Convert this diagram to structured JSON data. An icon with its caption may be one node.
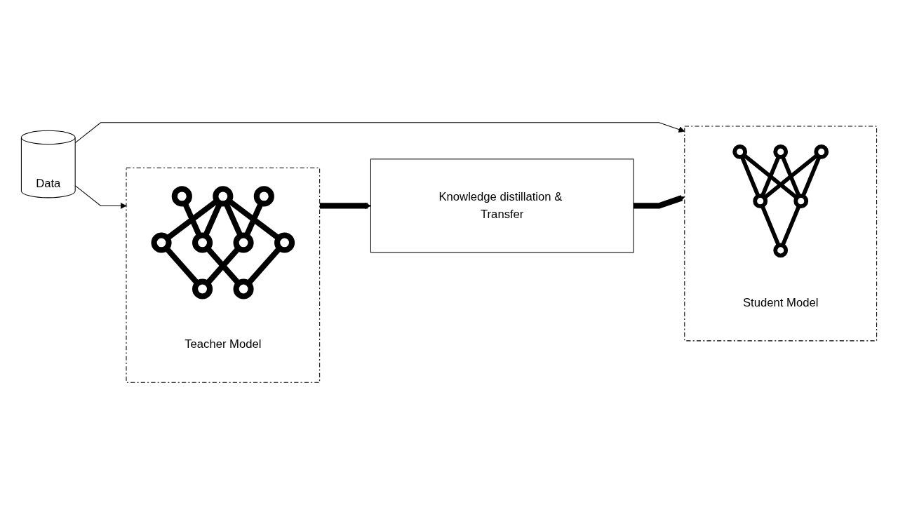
{
  "diagram": {
    "nodes": [
      {
        "text": [
          "Data"
        ]
      },
      {
        "text": [
          "Teacher Model"
        ]
      },
      {
        "text": [
          "Knowledge distillation & Transfer"
        ]
      },
      {
        "text": [
          "Student Model"
        ]
      }
    ],
    "edges": [
      {
        "from": 0,
        "to": 1,
        "arrow": "to"
      },
      {
        "from": 0,
        "to": 3,
        "arrow": "to"
      },
      {
        "from": 1,
        "to": 2,
        "arrow": "to",
        "style": "thick"
      },
      {
        "from": 2,
        "to": 3,
        "arrow": "to",
        "style": "thick"
      }
    ]
  }
}
